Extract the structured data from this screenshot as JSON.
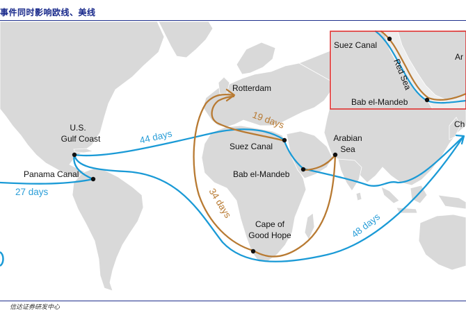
{
  "header": {
    "title": "事件同时影响欧线、美线"
  },
  "footer": {
    "source": "信达证券研发中心"
  },
  "colors": {
    "blue_route": "#1a9ad6",
    "brown_route": "#b87a32",
    "land": "#d9d9d9",
    "border": "#ffffff",
    "inset_frame": "#e0302f"
  },
  "map": {
    "places": {
      "rotterdam": "Rotterdam",
      "us_gulf_coast_line1": "U.S.",
      "us_gulf_coast_line2": "Gulf Coast",
      "panama_canal": "Panama Canal",
      "suez_canal": "Suez Canal",
      "bab_el_mandeb": "Bab el-Mandeb",
      "arabian_sea_line1": "Arabian",
      "arabian_sea_line2": "Sea",
      "cape_line1": "Cape of",
      "cape_line2": "Good Hope",
      "china_partial": "Ch"
    },
    "durations": {
      "us_to_suez": "44 days",
      "panama": "27 days",
      "suez_to_rotterdam": "19 days",
      "cape_to_rotterdam": "34 days",
      "cape_to_china": "48 days"
    },
    "inset": {
      "suez_canal": "Suez Canal",
      "red_sea": "Red Sea",
      "bab_el_mandeb": "Bab el-Mandeb",
      "arabia_partial": "Ar"
    }
  }
}
